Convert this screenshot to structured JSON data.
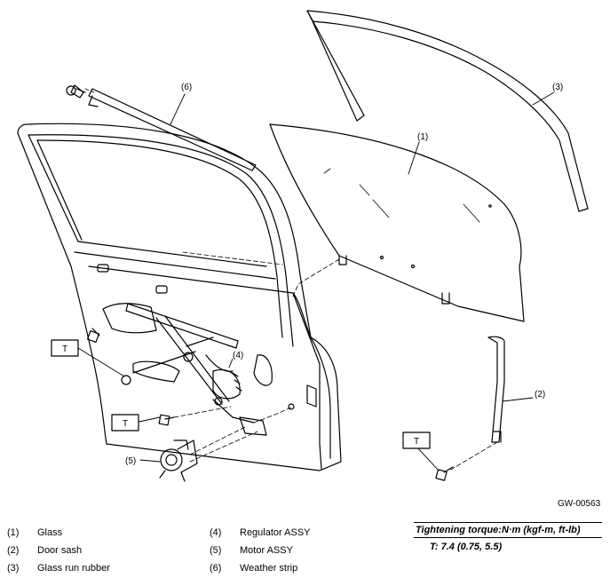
{
  "figure_id": "GW-00563",
  "callouts": {
    "c1": "(1)",
    "c2": "(2)",
    "c3": "(3)",
    "c4": "(4)",
    "c5": "(5)",
    "c6": "(6)"
  },
  "torque_marks": [
    "T",
    "T",
    "T"
  ],
  "legend": {
    "left": [
      {
        "num": "(1)",
        "label": "Glass"
      },
      {
        "num": "(2)",
        "label": "Door sash"
      },
      {
        "num": "(3)",
        "label": "Glass run rubber"
      }
    ],
    "right": [
      {
        "num": "(4)",
        "label": "Regulator ASSY"
      },
      {
        "num": "(5)",
        "label": "Motor ASSY"
      },
      {
        "num": "(6)",
        "label": "Weather strip"
      }
    ]
  },
  "torque": {
    "header": "Tightening torque:N·m (kgf-m, ft-lb)",
    "value": "T:   7.4 (0.75, 5.5)"
  }
}
